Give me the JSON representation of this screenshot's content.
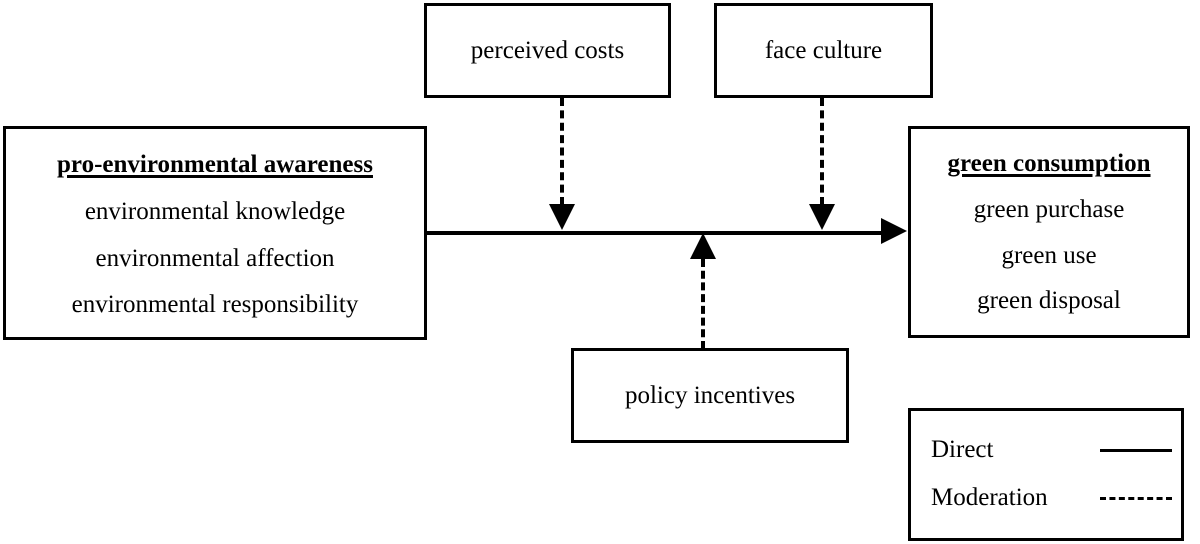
{
  "diagram": {
    "type": "conceptual-framework",
    "background_color": "#ffffff",
    "line_color": "#000000",
    "nodes": {
      "awareness": {
        "title": "pro-environmental awareness",
        "items": [
          "environmental knowledge",
          "environmental affection",
          "environmental responsibility"
        ]
      },
      "consumption": {
        "title": "green consumption",
        "items": [
          "green purchase",
          "green use",
          "green disposal"
        ]
      },
      "perceived_costs": {
        "label": "perceived costs"
      },
      "face_culture": {
        "label": "face culture"
      },
      "policy_incentives": {
        "label": "policy incentives"
      }
    },
    "legend": {
      "rows": [
        {
          "label": "Direct",
          "style": "solid"
        },
        {
          "label": "Moderation",
          "style": "dashed"
        }
      ]
    },
    "edges": [
      {
        "name": "awareness-to-consumption",
        "style": "solid",
        "from": "awareness",
        "to": "consumption"
      },
      {
        "name": "perceived-costs-moderation",
        "style": "dashed",
        "from": "perceived_costs",
        "to": "awareness-to-consumption"
      },
      {
        "name": "face-culture-moderation",
        "style": "dashed",
        "from": "face_culture",
        "to": "awareness-to-consumption"
      },
      {
        "name": "policy-incentives-moderation",
        "style": "dashed",
        "from": "policy_incentives",
        "to": "awareness-to-consumption"
      }
    ]
  }
}
